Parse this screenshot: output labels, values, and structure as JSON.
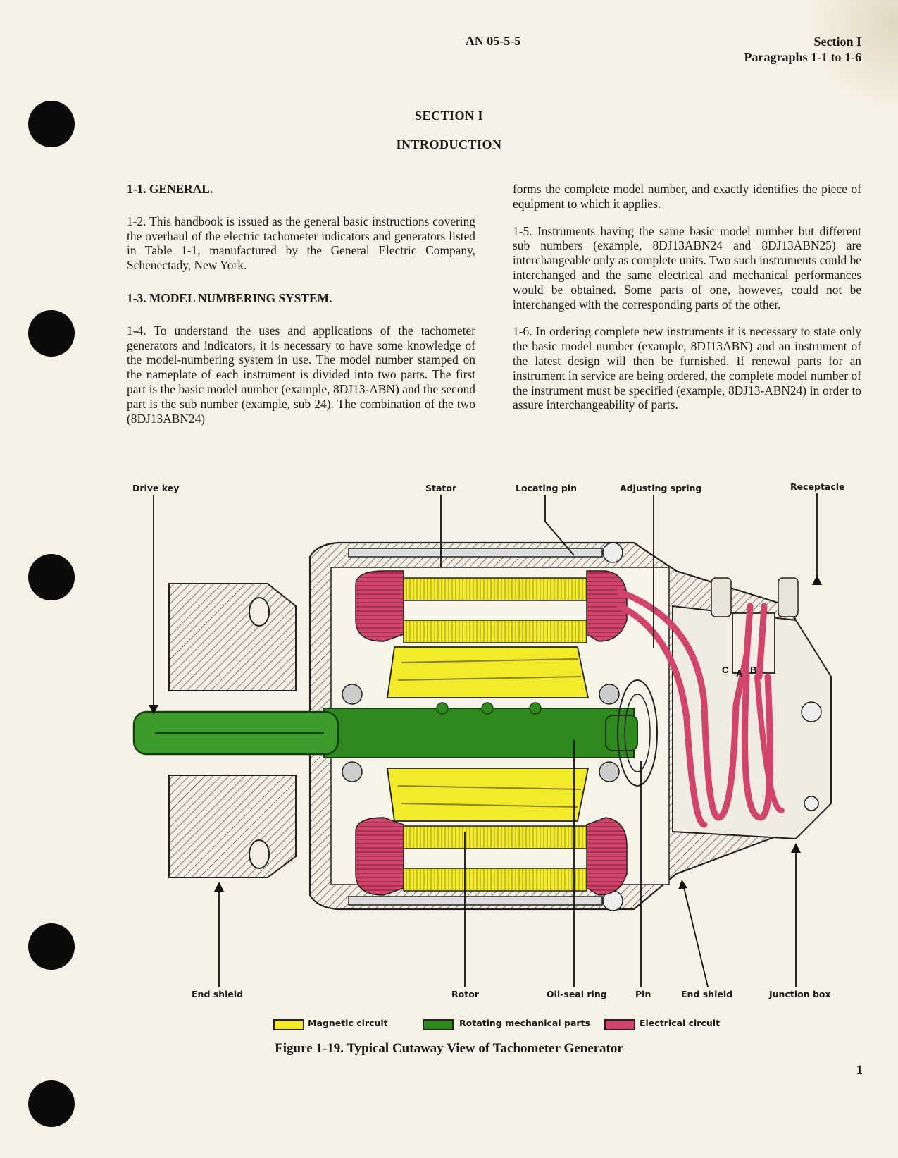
{
  "header": {
    "doc_number": "AN 05-5-5",
    "section_line": "Section I",
    "paragraphs_line": "Paragraphs 1-1 to 1-6"
  },
  "section": {
    "number": "SECTION I",
    "title": "INTRODUCTION"
  },
  "left_column": {
    "heading_1": "1-1. GENERAL.",
    "para_2": "1-2. This handbook is issued as the general basic instructions covering the overhaul of the electric tachometer indicators and generators listed in Table 1-1, manufactured by the General Electric Company, Schenectady, New York.",
    "heading_3": "1-3. MODEL NUMBERING SYSTEM.",
    "para_4": "1-4. To understand the uses and applications of the tachometer generators and indicators, it is necessary to have some knowledge of the model-numbering system in use. The model number stamped on the nameplate of each instrument is divided into two parts. The first part is the basic model number (example, 8DJ13-ABN) and the second part is the sub number (example, sub 24). The combination of the two (8DJ13ABN24)"
  },
  "right_column": {
    "para_4_cont": "forms the complete model number, and exactly identifies the piece of equipment to which it applies.",
    "para_5": "1-5. Instruments having the same basic model number but different sub numbers (example, 8DJ13ABN24 and 8DJ13ABN25) are interchangeable only as complete units. Two such instruments could be interchanged and the same electrical and mechanical performances would be obtained. Some parts of one, however, could not be interchanged with the corresponding parts of the other.",
    "para_6": "1-6. In ordering complete new instruments it is necessary to state only the basic model number (example, 8DJ13ABN) and an instrument of the latest design will then be furnished. If renewal parts for an instrument in service are being ordered, the complete model number of the instrument must be specified (example, 8DJ13-ABN24) in order to assure interchangeability of parts."
  },
  "figure": {
    "labels_top": {
      "drive_key": "Drive key",
      "stator": "Stator",
      "locating_pin": "Locating pin",
      "adjusting_spring": "Adjusting spring",
      "receptacle": "Receptacle"
    },
    "labels_bottom": {
      "end_shield_left": "End shield",
      "rotor": "Rotor",
      "oil_seal_ring": "Oil-seal ring",
      "pin": "Pin",
      "end_shield_right": "End shield",
      "junction_box": "Junction box"
    },
    "connector_letters": {
      "c": "C",
      "a": "A",
      "b": "B"
    },
    "legend": [
      {
        "label": "Magnetic circuit",
        "color": "#f2ea2a"
      },
      {
        "label": "Rotating mechanical parts",
        "color": "#2f8a1e"
      },
      {
        "label": "Electrical circuit",
        "color": "#d2456b"
      }
    ],
    "caption": "Figure 1-19. Typical Cutaway View of Tachometer Generator"
  },
  "page_number": "1"
}
